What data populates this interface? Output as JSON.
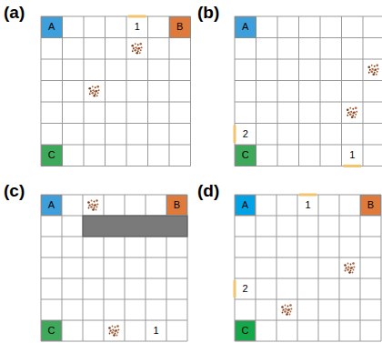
{
  "diagram": {
    "nodes": [
      {
        "text": [
          "(a)"
        ]
      },
      {
        "text": [
          "A"
        ],
        "in": 0
      },
      {
        "text": [
          "B"
        ],
        "in": 0
      },
      {
        "text": [
          "C"
        ],
        "in": 0
      },
      {
        "text": [
          "(b)"
        ]
      },
      {
        "text": [
          "A"
        ],
        "in": 4
      },
      {
        "text": [
          "C"
        ],
        "in": 4
      },
      {
        "text": [
          "(c)"
        ]
      },
      {
        "text": [
          "A"
        ],
        "in": 7
      },
      {
        "text": [
          "B"
        ],
        "in": 7
      },
      {
        "text": [
          "C"
        ],
        "in": 7
      },
      {
        "text": [
          "(d)"
        ]
      },
      {
        "text": [
          "A"
        ],
        "in": 11
      },
      {
        "text": [
          "B"
        ],
        "in": 11
      },
      {
        "text": [
          "C"
        ],
        "in": 11
      }
    ],
    "labels": [
      "1",
      "2",
      "1",
      "1",
      "1",
      "2"
    ]
  }
}
